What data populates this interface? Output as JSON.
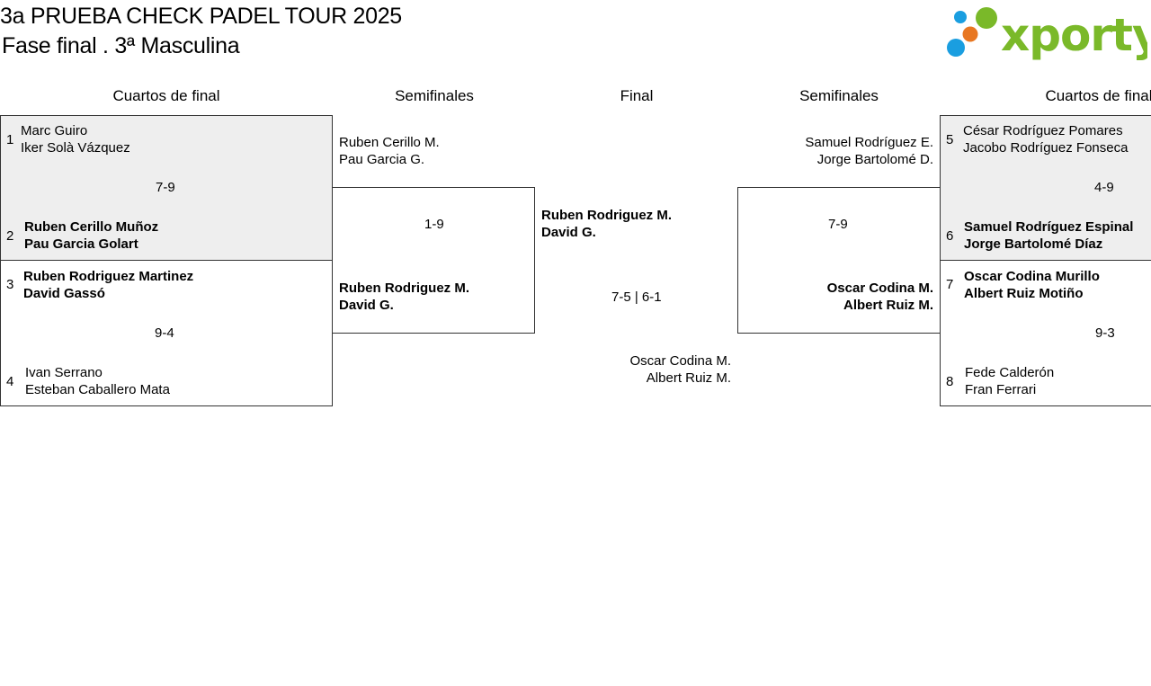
{
  "header": {
    "title": "3a PRUEBA CHECK PADEL TOUR 2025",
    "subtitle": "Fase final . 3ª Masculina",
    "logo_text": "xporty"
  },
  "rounds": {
    "qf_left": "Cuartos de final",
    "sf_left": "Semifinales",
    "final": "Final",
    "sf_right": "Semifinales",
    "qf_right": "Cuartos de final"
  },
  "left_qf": [
    {
      "seed_a": "1",
      "team_a": [
        "Marc Guiro",
        "Iker Solà Vázquez"
      ],
      "score": "7-9",
      "seed_b": "2",
      "team_b": [
        "Ruben Cerillo Muñoz",
        "Pau Garcia Golart"
      ]
    },
    {
      "seed_a": "3",
      "team_a": [
        "Ruben Rodriguez Martinez",
        "David Gassó"
      ],
      "score": "9-4",
      "seed_b": "4",
      "team_b": [
        "Ivan Serrano",
        "Esteban Caballero Mata"
      ]
    }
  ],
  "left_sf": {
    "team_a": [
      "Ruben Cerillo M.",
      "Pau Garcia G."
    ],
    "score": "1-9",
    "team_b": [
      "Ruben Rodriguez M.",
      "David G."
    ]
  },
  "final": {
    "team_a": [
      "Ruben Rodriguez M.",
      "David G."
    ],
    "score": "7-5 | 6-1",
    "team_b": [
      "Oscar Codina M.",
      "Albert Ruiz M."
    ]
  },
  "right_sf": {
    "team_a": [
      "Samuel Rodríguez E.",
      "Jorge Bartolomé D."
    ],
    "score": "7-9",
    "team_b": [
      "Oscar Codina M.",
      "Albert Ruiz M."
    ]
  },
  "right_qf": [
    {
      "seed_a": "5",
      "team_a": [
        "César Rodríguez Pomares",
        "Jacobo Rodríguez Fonseca"
      ],
      "score": "4-9",
      "seed_b": "6",
      "team_b": [
        "Samuel Rodríguez Espinal",
        "Jorge Bartolomé Díaz"
      ]
    },
    {
      "seed_a": "7",
      "team_a": [
        "Oscar Codina Murillo",
        "Albert Ruiz Motiño"
      ],
      "score": "9-3",
      "seed_b": "8",
      "team_b": [
        "Fede Calderón",
        "Fran Ferrari"
      ]
    }
  ],
  "colors": {
    "logo_green": "#7ab929",
    "dot_blue": "#1a9ee0",
    "dot_orange": "#e87722",
    "dot_green": "#7ab929",
    "shade": "#eeeeee"
  }
}
